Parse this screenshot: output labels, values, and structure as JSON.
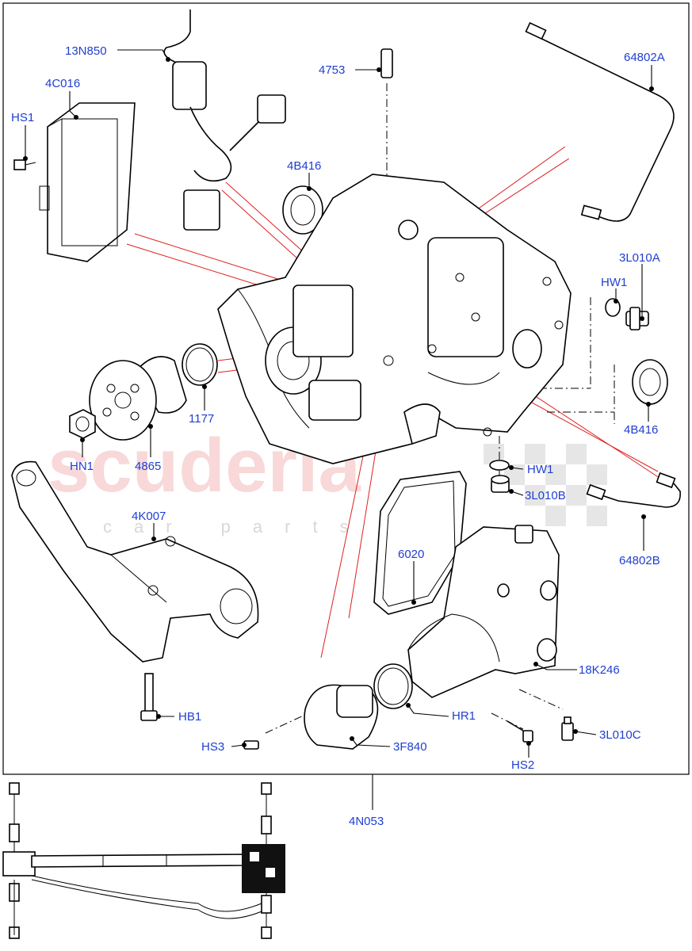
{
  "watermark": {
    "brand": "scuderia",
    "sub": "car parts"
  },
  "callouts": {
    "c13N850": "13N850",
    "c4C016": "4C016",
    "cHS1": "HS1",
    "c4753": "4753",
    "c64802A": "64802A",
    "c4B416a": "4B416",
    "c3L010A": "3L010A",
    "cHW1a": "HW1",
    "c1177": "1177",
    "c4B416b": "4B416",
    "cHN1": "HN1",
    "c4865": "4865",
    "cHW1b": "HW1",
    "c3L010B": "3L010B",
    "c4K007": "4K007",
    "c64802B": "64802B",
    "c6020": "6020",
    "c18K246": "18K246",
    "cHB1": "HB1",
    "cHR1": "HR1",
    "c3L010C": "3L010C",
    "cHS3": "HS3",
    "c3F840": "3F840",
    "cHS2": "HS2",
    "c4N053": "4N053"
  },
  "colors": {
    "label": "#1f3fd1",
    "leader": "#000000",
    "reference_line": "#e02020",
    "watermark": "#f3b9b9"
  }
}
